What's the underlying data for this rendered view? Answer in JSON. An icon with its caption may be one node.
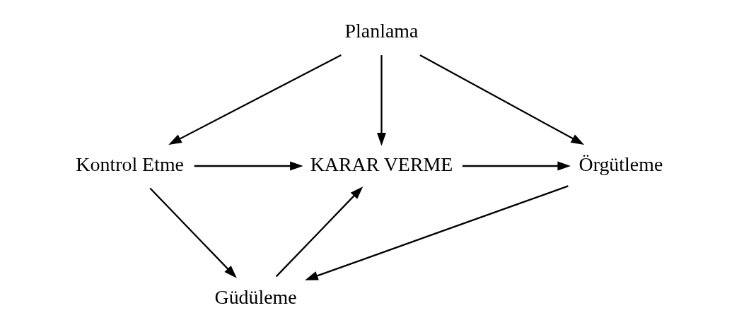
{
  "diagram": {
    "nodes": [
      {
        "text": [
          "Planlama"
        ]
      },
      {
        "text": [
          "Kontrol Etme"
        ]
      },
      {
        "text": [
          "KARAR VERME"
        ]
      },
      {
        "text": [
          "Örgütleme"
        ]
      },
      {
        "text": [
          "Güdüleme"
        ]
      }
    ],
    "edges": [
      {
        "from": 0,
        "to": 1,
        "arrow": "to"
      },
      {
        "from": 0,
        "to": 2,
        "arrow": "to"
      },
      {
        "from": 0,
        "to": 3,
        "arrow": "to"
      },
      {
        "from": 1,
        "to": 2,
        "arrow": "to"
      },
      {
        "from": 2,
        "to": 3,
        "arrow": "to"
      },
      {
        "from": 1,
        "to": 4,
        "arrow": "to"
      },
      {
        "from": 4,
        "to": 2,
        "arrow": "to"
      },
      {
        "from": 3,
        "to": 4,
        "arrow": "to"
      }
    ]
  }
}
